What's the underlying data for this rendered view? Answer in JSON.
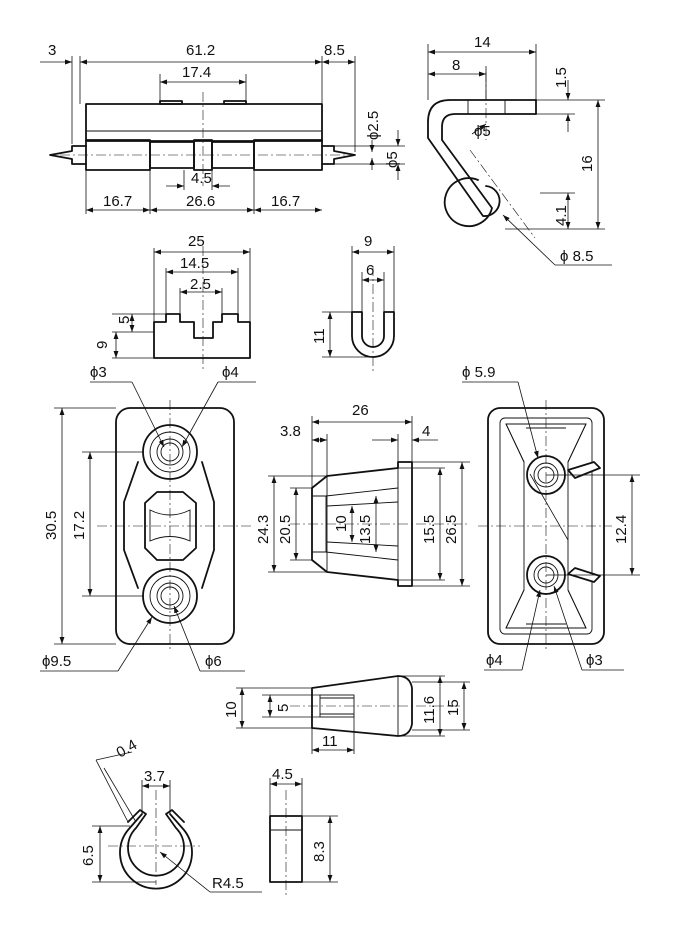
{
  "views": {
    "hinge_front": {
      "d_3": "3",
      "d_61_2": "61.2",
      "d_8_5": "8.5",
      "d_17_4": "17.4",
      "d_phi2_5": "ϕ2.5",
      "d_phi5": "ϕ5",
      "d_4_5": "4.5",
      "d_16_7_left": "16.7",
      "d_26_6": "26.6",
      "d_16_7_right": "16.7"
    },
    "hinge_side": {
      "d_14": "14",
      "d_8": "8",
      "d_1_5": "1.5",
      "d_phi5": "ϕ5",
      "d_16": "16",
      "d_4_1": "4.1",
      "d_phi8_5": "ϕ 8.5"
    },
    "knuckle_block": {
      "d_25": "25",
      "d_14_5": "14.5",
      "d_2_5": "2.5",
      "d_5": "5",
      "d_9": "9"
    },
    "u_profile": {
      "d_9": "9",
      "d_6": "6",
      "d_11": "11"
    },
    "bracket_front": {
      "d_phi3": "ϕ3",
      "d_phi4": "ϕ4",
      "d_30_5": "30.5",
      "d_17_2": "17.2",
      "d_phi9_5": "ϕ9.5",
      "d_phi6": "ϕ6"
    },
    "bracket_side": {
      "d_26": "26",
      "d_3_8": "3.8",
      "d_4": "4",
      "d_24_3": "24.3",
      "d_20_5": "20.5",
      "d_10": "10",
      "d_13_5": "13.5",
      "d_15_5": "15.5",
      "d_26_5": "26.5"
    },
    "bracket_back": {
      "d_phi5_9": "ϕ 5.9",
      "d_12_4": "12.4",
      "d_phi4": "ϕ4",
      "d_phi3": "ϕ3"
    },
    "bracket_top": {
      "d_10": "10",
      "d_5": "5",
      "d_11_6": "11.6",
      "d_15": "15",
      "d_11": "11"
    },
    "clip": {
      "d_0_4": "0.4",
      "d_3_7": "3.7",
      "d_6_5": "6.5",
      "d_r4_5": "R4.5"
    },
    "pin": {
      "d_4_5": "4.5",
      "d_8_3": "8.3"
    }
  }
}
